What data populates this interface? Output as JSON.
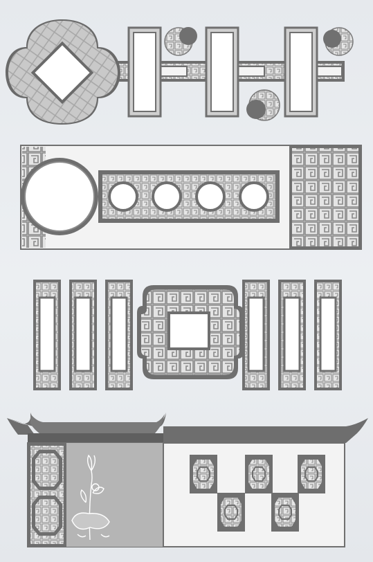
{
  "colors": {
    "background": "#e8ebee",
    "frame": "#6f6f6f",
    "frame_dark": "#555555",
    "lattice": "#8a8a8a",
    "panel_fill": "#c7c7c7",
    "light_panel": "#f2f2f2",
    "white": "#ffffff",
    "roof": "#6e6e6e",
    "grey_panel": "#b3b3b3",
    "dot": "#707070"
  },
  "sections": [
    {
      "id": "quatrefoil-window-row",
      "label": ""
    },
    {
      "id": "round-window-wall",
      "label": ""
    },
    {
      "id": "lattice-panel-set",
      "label": ""
    },
    {
      "id": "courtyard-wall-with-roof",
      "label": ""
    }
  ]
}
